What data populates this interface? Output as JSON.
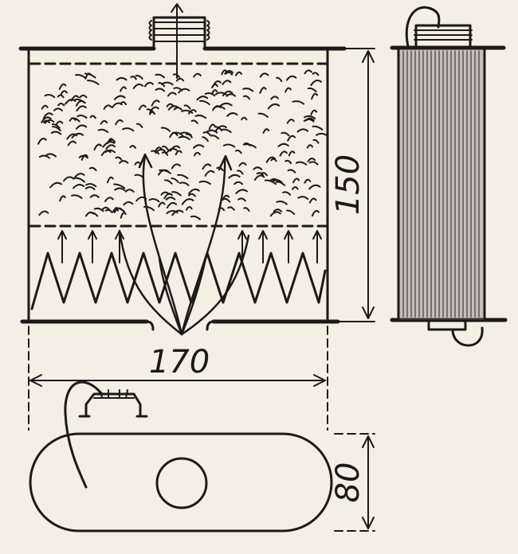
{
  "dimensions": {
    "width_label": "170",
    "height_label": "150",
    "depth_label": "80"
  },
  "colors": {
    "ink": "#1c1a17",
    "paper": "#f3efe4"
  }
}
